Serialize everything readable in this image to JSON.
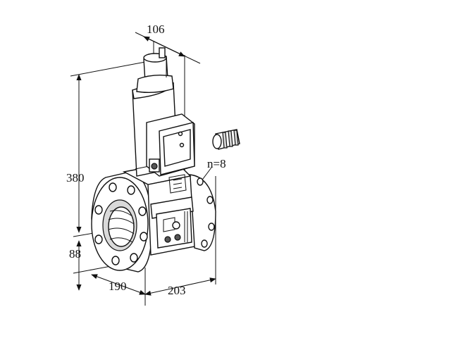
{
  "dimensions": {
    "top_width": "106",
    "overall_height": "380",
    "axis_height": "88",
    "depth": "190",
    "length": "203",
    "bolt_count": "n=8"
  }
}
